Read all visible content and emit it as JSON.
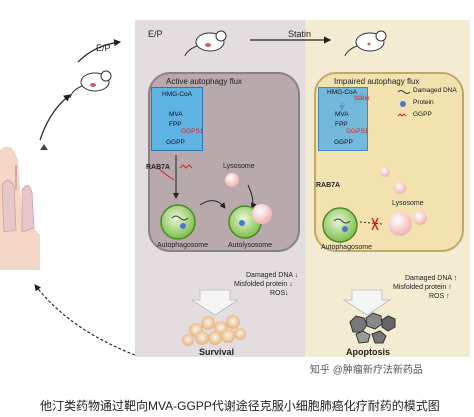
{
  "conditions": {
    "ep": "E/P",
    "ep_top": "E/P",
    "statin": "Statin"
  },
  "left": {
    "title": "Active autophagy flux",
    "pathway": {
      "hmgcoa": "HMG-CoA",
      "mva": "MVA",
      "fpp": "FPP",
      "enzyme": "GGPS1",
      "ggpp": "GGPP"
    },
    "rab7a": "RAB7A",
    "lysosome": "Lysosome",
    "autophagosome": "Autophagosome",
    "autolysosome": "Autolysosome",
    "effects": [
      "Damaged DNA",
      "Misfolded protein",
      "ROS"
    ],
    "outcome": "Survival"
  },
  "right": {
    "title": "Impaired autophagy flux",
    "pathway": {
      "hmgcoa": "HMG-CoA",
      "statin": "statin",
      "mva": "MVA",
      "fpp": "FPP",
      "enzyme": "GGPS1",
      "ggpp": "GGPP"
    },
    "legend": [
      "Damaged DNA",
      "Protein",
      "GGPP"
    ],
    "rab7a": "RAB7A",
    "lysosome": "Lysosome",
    "autophagosome": "Autophagosome",
    "effects": [
      "Damaged DNA",
      "Misfolded protein",
      "ROS"
    ],
    "outcome": "Apoptosis"
  },
  "watermark": "知乎 @肿瘤新疗法新药品",
  "caption": "他汀类药物通过靶向MVA-GGPP代谢途径克服小细胞肺癌化疗耐药的模式图",
  "colors": {
    "left_bg": "#e3dde0",
    "right_bg": "#f3ecd3",
    "pathway_box": "#5fb3e3",
    "accent_red": "#d22222"
  }
}
